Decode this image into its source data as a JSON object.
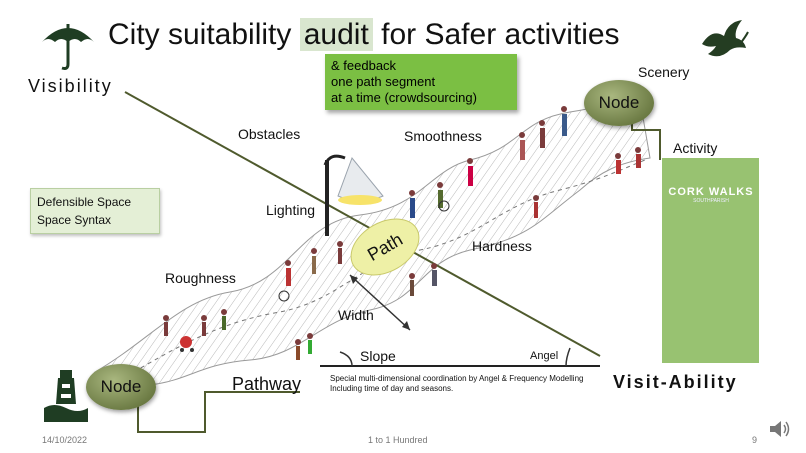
{
  "title": {
    "prefix": "City suitability",
    "highlight": "audit",
    "suffix": "for Safer activities"
  },
  "visibility_label": "Visibility",
  "visitability_label": "Visit-Ability",
  "feedback_box": [
    "& feedback",
    "one path segment",
    "at a time (crowdsourcing)"
  ],
  "defensible_box": [
    "Defensible Space",
    "Space Syntax"
  ],
  "labels": {
    "obstacles": "Obstacles",
    "smoothness": "Smoothness",
    "lighting": "Lighting",
    "hardness": "Hardness",
    "roughness": "Roughness",
    "width": "Width",
    "slope": "Slope",
    "angel": "Angel",
    "pathway": "Pathway",
    "scenery": "Scenery",
    "activity": "Activity",
    "path": "Path"
  },
  "nodes": {
    "top": "Node",
    "bottom": "Node"
  },
  "note": [
    "Special multi-dimensional coordination by Angel & Frequency Modelling",
    "Including time of day and seasons."
  ],
  "cork_panel": {
    "title": "CORK WALKS",
    "subtitle": "SOUTHPARISH"
  },
  "footer": {
    "date": "14/10/2022",
    "center": "1 to 1 Hundred",
    "page": "9"
  },
  "colors": {
    "accent_green": "#7bbf43",
    "node_olive": "#6e7d46",
    "dark_line": "#4f5a2d"
  },
  "icons": [
    "umbrella-icon",
    "dove-icon",
    "lighthouse-icon",
    "speaker-icon"
  ]
}
